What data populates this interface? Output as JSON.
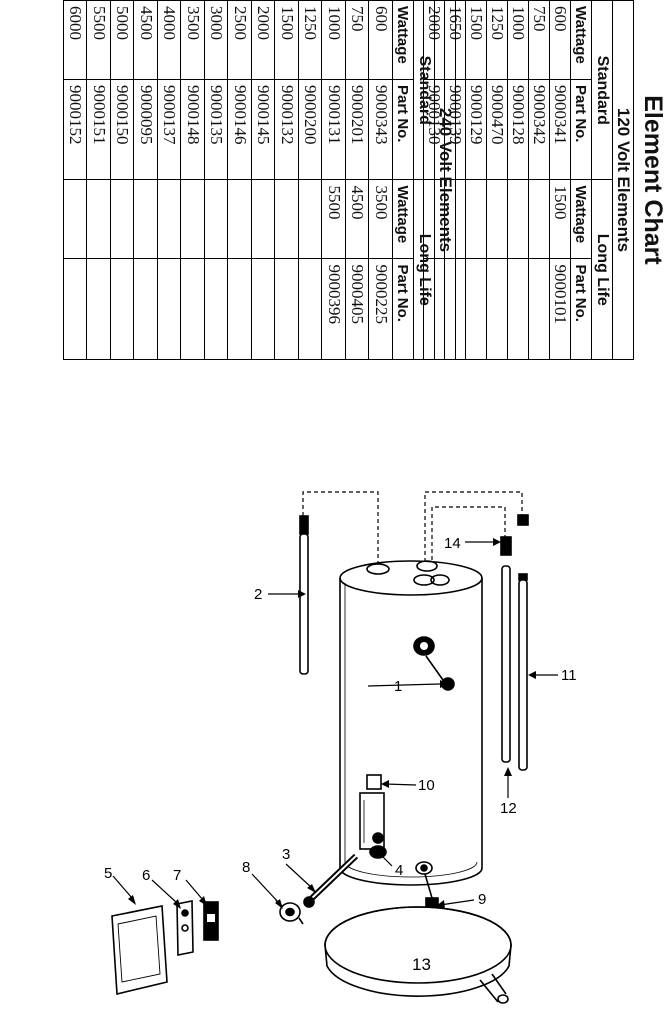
{
  "chart": {
    "title": "Element Chart",
    "v120": {
      "title": "120 Volt Elements",
      "standard_label": "Standard",
      "longlife_label": "Long Life",
      "wattage_label": "Wattage",
      "partno_label": "Part No.",
      "rows": [
        [
          "600",
          "9000341",
          "1500",
          "9000101"
        ],
        [
          "750",
          "9000342",
          "",
          ""
        ],
        [
          "1000",
          "9000128",
          "",
          ""
        ],
        [
          "1250",
          "9000470",
          "",
          ""
        ],
        [
          "1500",
          "9000129",
          "",
          ""
        ],
        [
          "1650",
          "9000139",
          "",
          ""
        ],
        [
          "2000",
          "9000130",
          "",
          ""
        ]
      ]
    },
    "v240": {
      "title": "240 Volt Elements",
      "standard_label": "Standard",
      "longlife_label": "Long Life",
      "wattage_label": "Wattage",
      "partno_label": "Part No.",
      "rows": [
        [
          "600",
          "9000343",
          "3500",
          "9000225"
        ],
        [
          "750",
          "9000201",
          "4500",
          "9000405"
        ],
        [
          "1000",
          "9000131",
          "5500",
          "9000396"
        ],
        [
          "1250",
          "9000200",
          "",
          ""
        ],
        [
          "1500",
          "9000132",
          "",
          ""
        ],
        [
          "2000",
          "9000145",
          "",
          ""
        ],
        [
          "2500",
          "9000146",
          "",
          ""
        ],
        [
          "3000",
          "9000135",
          "",
          ""
        ],
        [
          "3500",
          "9000148",
          "",
          ""
        ],
        [
          "4000",
          "9000137",
          "",
          ""
        ],
        [
          "4500",
          "9000095",
          "",
          ""
        ],
        [
          "5000",
          "9000150",
          "",
          ""
        ],
        [
          "5500",
          "9000151",
          "",
          ""
        ],
        [
          "6000",
          "9000152",
          "",
          ""
        ]
      ]
    }
  },
  "callouts": [
    "1",
    "2",
    "3",
    "4",
    "5",
    "6",
    "7",
    "8",
    "9",
    "10",
    "11",
    "12",
    "13",
    "14"
  ]
}
